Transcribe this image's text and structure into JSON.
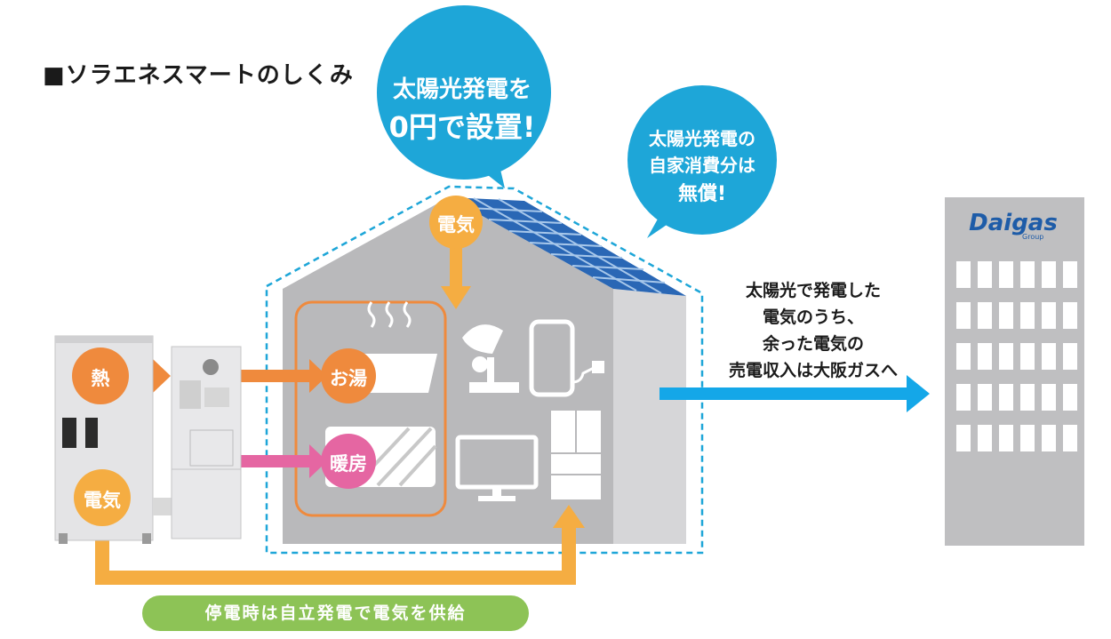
{
  "title": "■ソラエネスマートのしくみ",
  "bubble_install": {
    "line1": "太陽光発電を",
    "line2": "0円で設置!"
  },
  "bubble_free": {
    "line1": "太陽光発電の",
    "line2": "自家消費分は",
    "line3": "無償!"
  },
  "labels": {
    "electricity_roof": "電気",
    "heat": "熱",
    "electricity_unit": "電気",
    "hot_water": "お湯",
    "heating": "暖房"
  },
  "sell_text": [
    "太陽光で発電した",
    "電気のうち、",
    "余った電気の",
    "売電収入は大阪ガスへ"
  ],
  "footer": "停電時は自立発電で電気を供給",
  "daigas": {
    "logo": "Daigas",
    "sub": "Group"
  },
  "colors": {
    "bubble": "#1ea6d8",
    "orange": "#ef8a3d",
    "pink": "#e566a2",
    "arrow_yellow": "#f5ad42",
    "arrow_blue": "#14a7e8",
    "house_gray": "#b9b9bb",
    "green": "#8dc356"
  }
}
